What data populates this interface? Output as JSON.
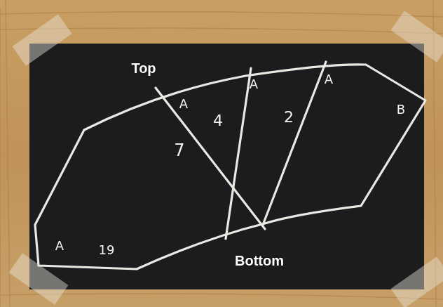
{
  "diagram": {
    "labels": [
      "Top",
      "A",
      "A",
      "A",
      "B",
      "4",
      "2",
      "7",
      "A",
      "19",
      "Bottom"
    ]
  }
}
